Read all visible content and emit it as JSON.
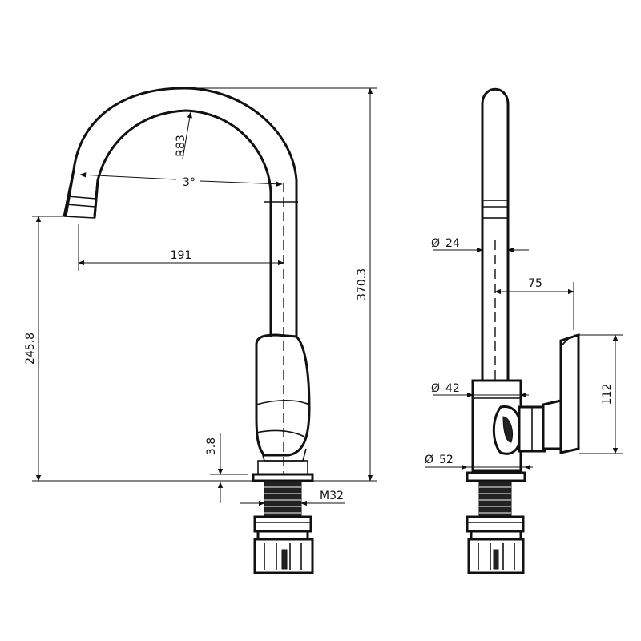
{
  "dimensions": {
    "total_height": "370.3",
    "spout_height": "245.8",
    "reach": "191",
    "spout_radius": "R83",
    "spout_angle": "3°",
    "gap": "3.8",
    "thread": "M32",
    "spout_diameter": "24",
    "body_offset": "75",
    "handle_height": "112",
    "body_diameter": "42",
    "base_diameter": "52"
  }
}
